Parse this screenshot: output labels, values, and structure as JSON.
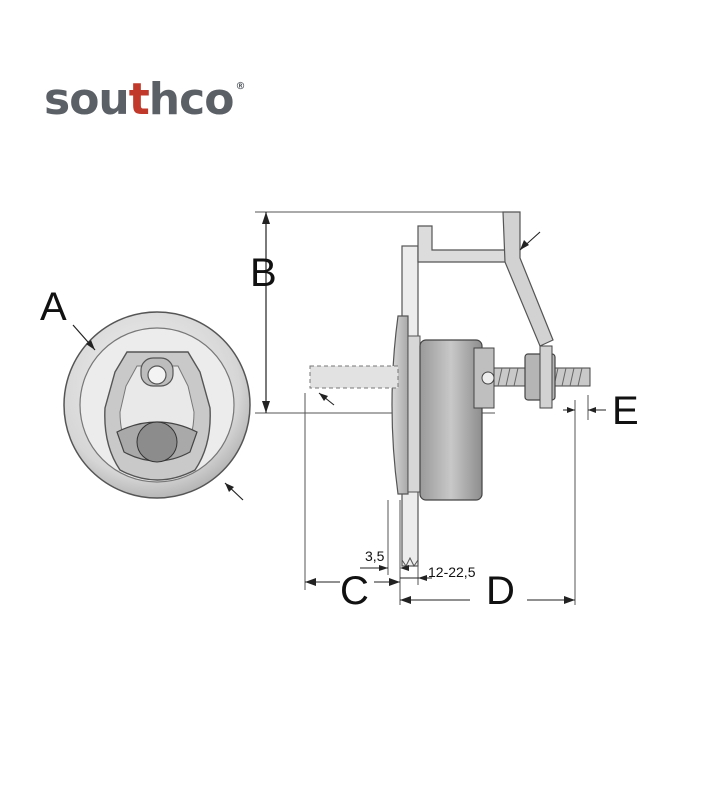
{
  "brand": {
    "name_part1": "sou",
    "name_accent": "t",
    "name_part2": "hco",
    "registered_mark": "®"
  },
  "labels": {
    "A": "A",
    "B": "B",
    "C": "C",
    "D": "D",
    "E": "E"
  },
  "dimensions": {
    "flange_thickness": "3,5",
    "panel_range": "12-22,5"
  },
  "colors": {
    "brand_gray": "#5b6066",
    "brand_accent": "#c0392b",
    "metal_light": "#e6e6e6",
    "metal_mid": "#b9b9b9",
    "metal_dark": "#8a8a8a",
    "line": "#222222"
  }
}
